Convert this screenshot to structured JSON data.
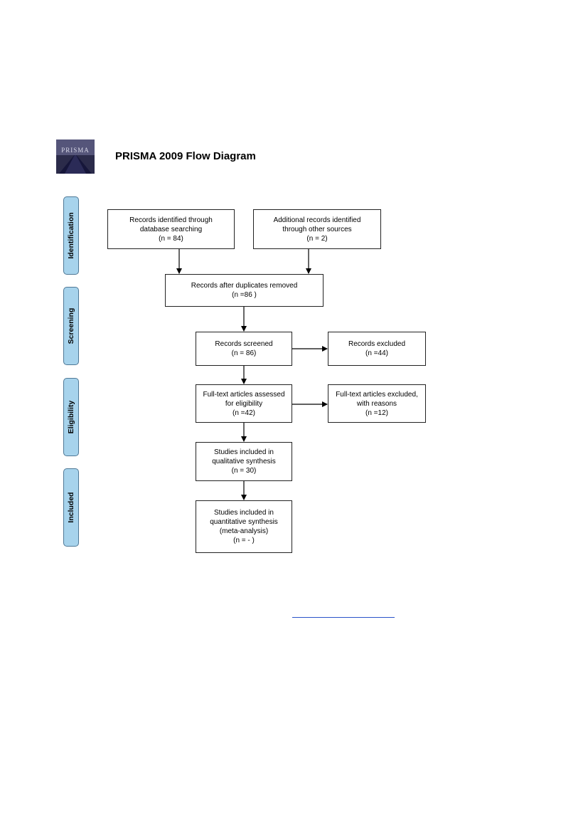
{
  "header": {
    "logo_text": "PRISMA",
    "title": "PRISMA 2009 Flow Diagram"
  },
  "phases": {
    "identification": "Identification",
    "screening": "Screening",
    "eligibility": "Eligibility",
    "included": "Included"
  },
  "boxes": {
    "database": [
      "Records identified through",
      "database searching",
      "(n = 84)"
    ],
    "other_sources": [
      "Additional records identified",
      "through other sources",
      "(n = 2)"
    ],
    "duplicates_removed": [
      "Records after duplicates removed",
      "(n =86 )"
    ],
    "screened": [
      "Records screened",
      "(n = 86)"
    ],
    "excluded": [
      "Records excluded",
      "(n =44)"
    ],
    "fulltext_assessed": [
      "Full-text articles assessed",
      "for eligibility",
      "(n =42)"
    ],
    "fulltext_excluded": [
      "Full-text articles excluded,",
      "with reasons",
      "(n =12)"
    ],
    "qualitative": [
      "Studies included in",
      "qualitative synthesis",
      "(n = 30)"
    ],
    "quantitative": [
      "Studies included in",
      "quantitative synthesis",
      "(meta-analysis)",
      "(n = - )"
    ]
  },
  "colors": {
    "phase_fill": "#a7d3ec",
    "phase_border": "#4f7896",
    "link": "#2a54c8"
  }
}
